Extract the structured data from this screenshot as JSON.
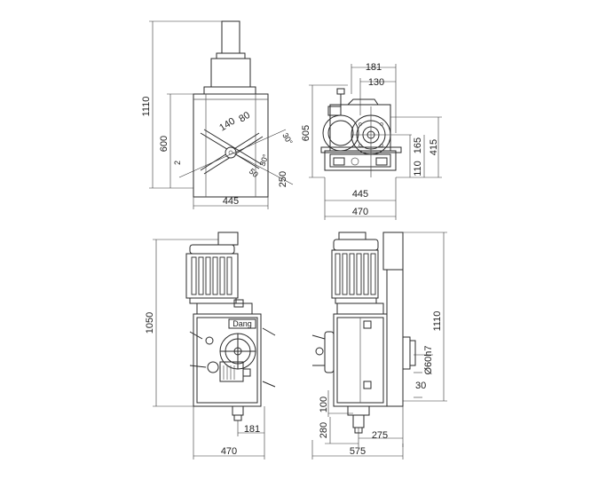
{
  "top_left_view": {
    "height_1110": "1110",
    "height_600": "600",
    "width_445": "445",
    "dim_140": "140",
    "dim_80": "80",
    "dim_30a": "30°",
    "dim_30b": "30°",
    "dim_250": "250",
    "dim_50": "50",
    "dim_2": "2"
  },
  "top_right_view": {
    "height_605": "605",
    "dim_181": "181",
    "dim_130": "130",
    "dim_165": "165",
    "dim_415": "415",
    "dim_110": "110",
    "width_445": "445",
    "width_470": "470"
  },
  "bottom_left_view": {
    "height_1050": "1050",
    "dim_181": "181",
    "width_470": "470",
    "brand_label": "Dang"
  },
  "bottom_right_view": {
    "height_1110": "1110",
    "dim_60h7": "Ø60h7",
    "dim_30": "30",
    "dim_100": "100",
    "dim_280": "280",
    "dim_275": "275",
    "width_575": "575"
  }
}
